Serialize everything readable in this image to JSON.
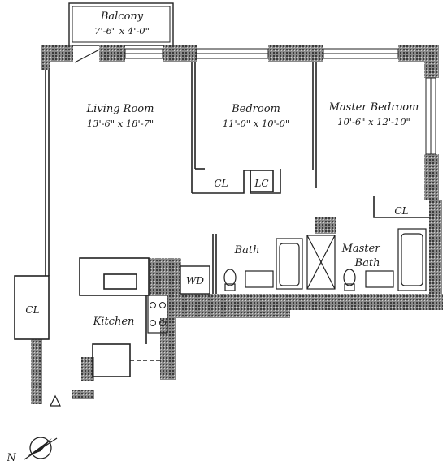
{
  "rooms": {
    "balcony": {
      "name": "Balcony",
      "dims": "7'-6\" x 4'-0\""
    },
    "living_room": {
      "name": "Living Room",
      "dims": "13'-6\" x 18'-7\""
    },
    "bedroom": {
      "name": "Bedroom",
      "dims": "11'-0\" x 10'-0\""
    },
    "master_bedroom": {
      "name": "Master Bedroom",
      "dims": "10'-6\" x 12'-10\""
    },
    "kitchen": {
      "name": "Kitchen"
    },
    "bath": {
      "name": "Bath"
    },
    "master_bath": {
      "name_line1": "Master",
      "name_line2": "Bath"
    }
  },
  "closets": {
    "bedroom_cl": "CL",
    "linen_lc": "LC",
    "master_cl": "CL",
    "entry_cl": "CL"
  },
  "appliances": {
    "washer_dryer": "WD"
  },
  "compass": {
    "north_label": "N"
  },
  "colors": {
    "wall_fill": "#6e6e6e",
    "line": "#222222",
    "background": "#ffffff"
  }
}
